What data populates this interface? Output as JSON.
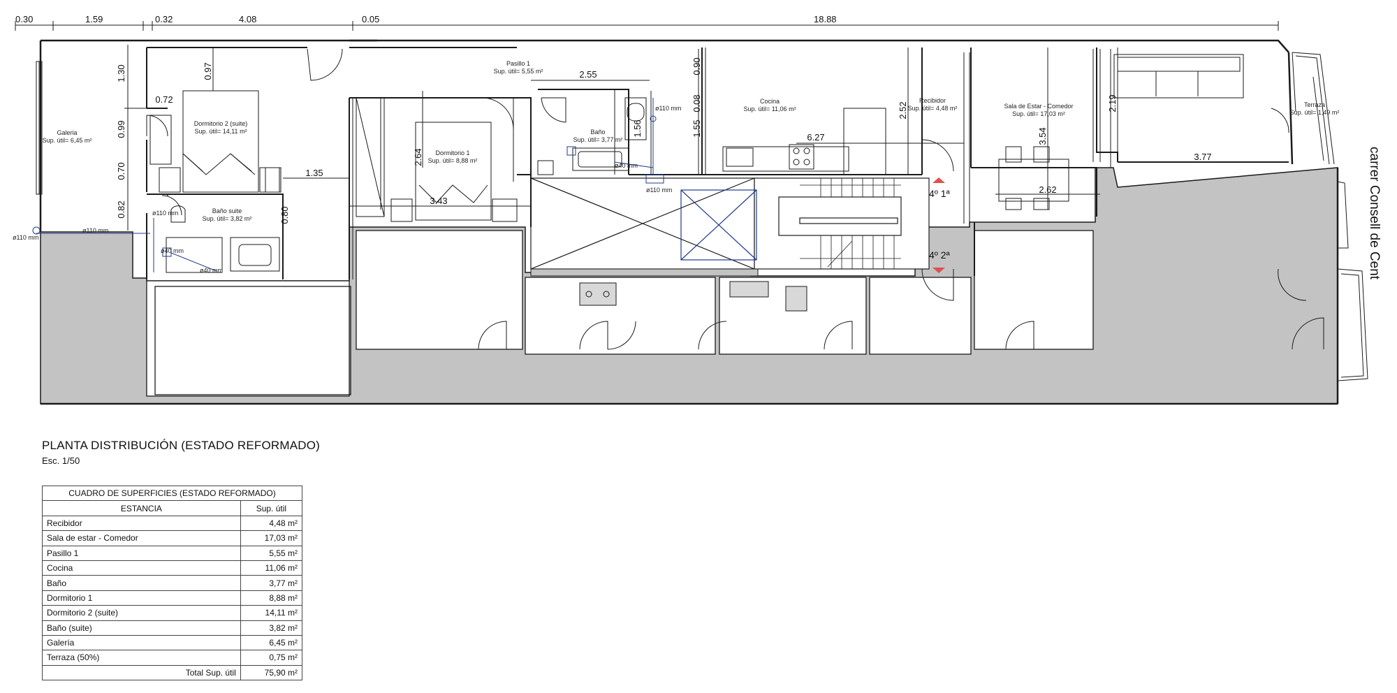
{
  "plan": {
    "title": "PLANTA DISTRIBUCIÓN (ESTADO REFORMADO)",
    "scale": "Esc. 1/50",
    "street": "carrer Consell de Cent",
    "top_dims": [
      "0.30",
      "1.59",
      "0.32",
      "4.08",
      "0.05",
      "18.88"
    ],
    "inner_dims": [
      "1.30",
      "0.99",
      "0.70",
      "0.82",
      "0.72",
      "0.97",
      "1.35",
      "2.64",
      "3.43",
      "2.55",
      "1.56",
      "1.55",
      "0.08",
      "0.90",
      "6.27",
      "2.52",
      "3.54",
      "2.62",
      "2.19",
      "3.77",
      "0.80"
    ],
    "rooms": [
      {
        "name": "Galeria",
        "area": "Sup. útil= 6,45 m²"
      },
      {
        "name": "Dormitorio 2 (suite)",
        "area": "Sup. útil= 14,11 m²"
      },
      {
        "name": "Baño suite",
        "area": "Sup. útil= 3,82 m²"
      },
      {
        "name": "Dormitorio 1",
        "area": "Sup. útil= 8,88 m²"
      },
      {
        "name": "Pasillo 1",
        "area": "Sup. útil= 5,55 m²"
      },
      {
        "name": "Baño",
        "area": "Sup. útil= 3,77 m²"
      },
      {
        "name": "Cocina",
        "area": "Sup. útil= 11,06 m²"
      },
      {
        "name": "Recibidor",
        "area": "Sup. útil= 4,48 m²"
      },
      {
        "name": "Sala de Estar - Comedor",
        "area": "Sup. útil= 17,03 m²"
      },
      {
        "name": "Terraza",
        "area": "Sup. útil= 1,49 m²"
      }
    ],
    "pipes": [
      "ø110 mm",
      "ø110 mm",
      "ø110 mm",
      "ø40 mm",
      "ø40 mm",
      "ø110 mm",
      "ø40 mm",
      "ø110 mm"
    ],
    "units": [
      "4º 1ª",
      "4º 2ª"
    ],
    "colors": {
      "hatch": "#c3c3c3",
      "line": "#1a1a1a",
      "pipe": "#1f3b8c",
      "arrow": "#e05050"
    }
  },
  "table": {
    "caption": "CUADRO DE SUPERFICIES (ESTADO REFORMADO)",
    "headers": [
      "ESTANCIA",
      "Sup. útil"
    ],
    "rows": [
      {
        "name": "Recibidor",
        "value": "4,48 m²"
      },
      {
        "name": "Sala de estar - Comedor",
        "value": "17,03 m²"
      },
      {
        "name": "Pasillo 1",
        "value": "5,55 m²"
      },
      {
        "name": "Cocina",
        "value": "11,06 m²"
      },
      {
        "name": "Baño",
        "value": "3,77 m²"
      },
      {
        "name": "Dormitorio 1",
        "value": "8,88 m²"
      },
      {
        "name": "Dormitorio 2 (suite)",
        "value": "14,11 m²"
      },
      {
        "name": "Baño (suite)",
        "value": "3,82 m²"
      },
      {
        "name": "Galería",
        "value": "6,45 m²"
      },
      {
        "name": "Terraza (50%)",
        "value": "0,75 m²"
      }
    ],
    "total_label": "Total Sup. útil",
    "total_value": "75,90 m²"
  }
}
